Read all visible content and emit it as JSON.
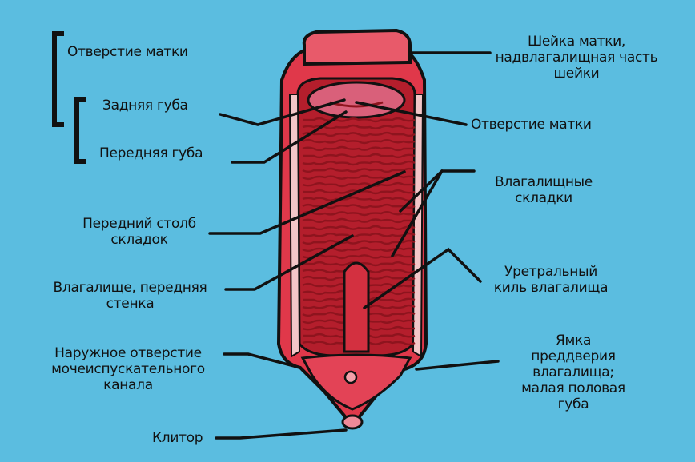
{
  "colors": {
    "background": "#5bbde0",
    "outer_wall": "#e0384a",
    "inner_wall": "#b41e2c",
    "folds_dark": "#8e141e",
    "cervix": "#e85a6a",
    "os_pink": "#d9607a",
    "outline": "#111111"
  },
  "labels": {
    "uterine_opening_left": "Отверстие матки",
    "posterior_lip": "Задняя губа",
    "anterior_lip": "Передняя губа",
    "anterior_column": "Передний столб\nскладок",
    "anterior_wall": "Влагалище, передняя\nстенка",
    "urethral_orifice": "Наружное отверстие\nмочеиспускательного\nканала",
    "clitoris": "Клитор",
    "cervix": "Шейка матки,\nнадвлагалищная часть\nшейки",
    "uterine_opening_right": "Отверстие матки",
    "vaginal_folds": "Влагалищные\nскладки",
    "urethral_carina": "Уретральный\nкиль влагалища",
    "vestibule_fossa": "Ямка\nпреддверия\nвлагалища;\nмалая половая\nгуба"
  },
  "icons": {
    "bracket": "left-square-bracket"
  }
}
